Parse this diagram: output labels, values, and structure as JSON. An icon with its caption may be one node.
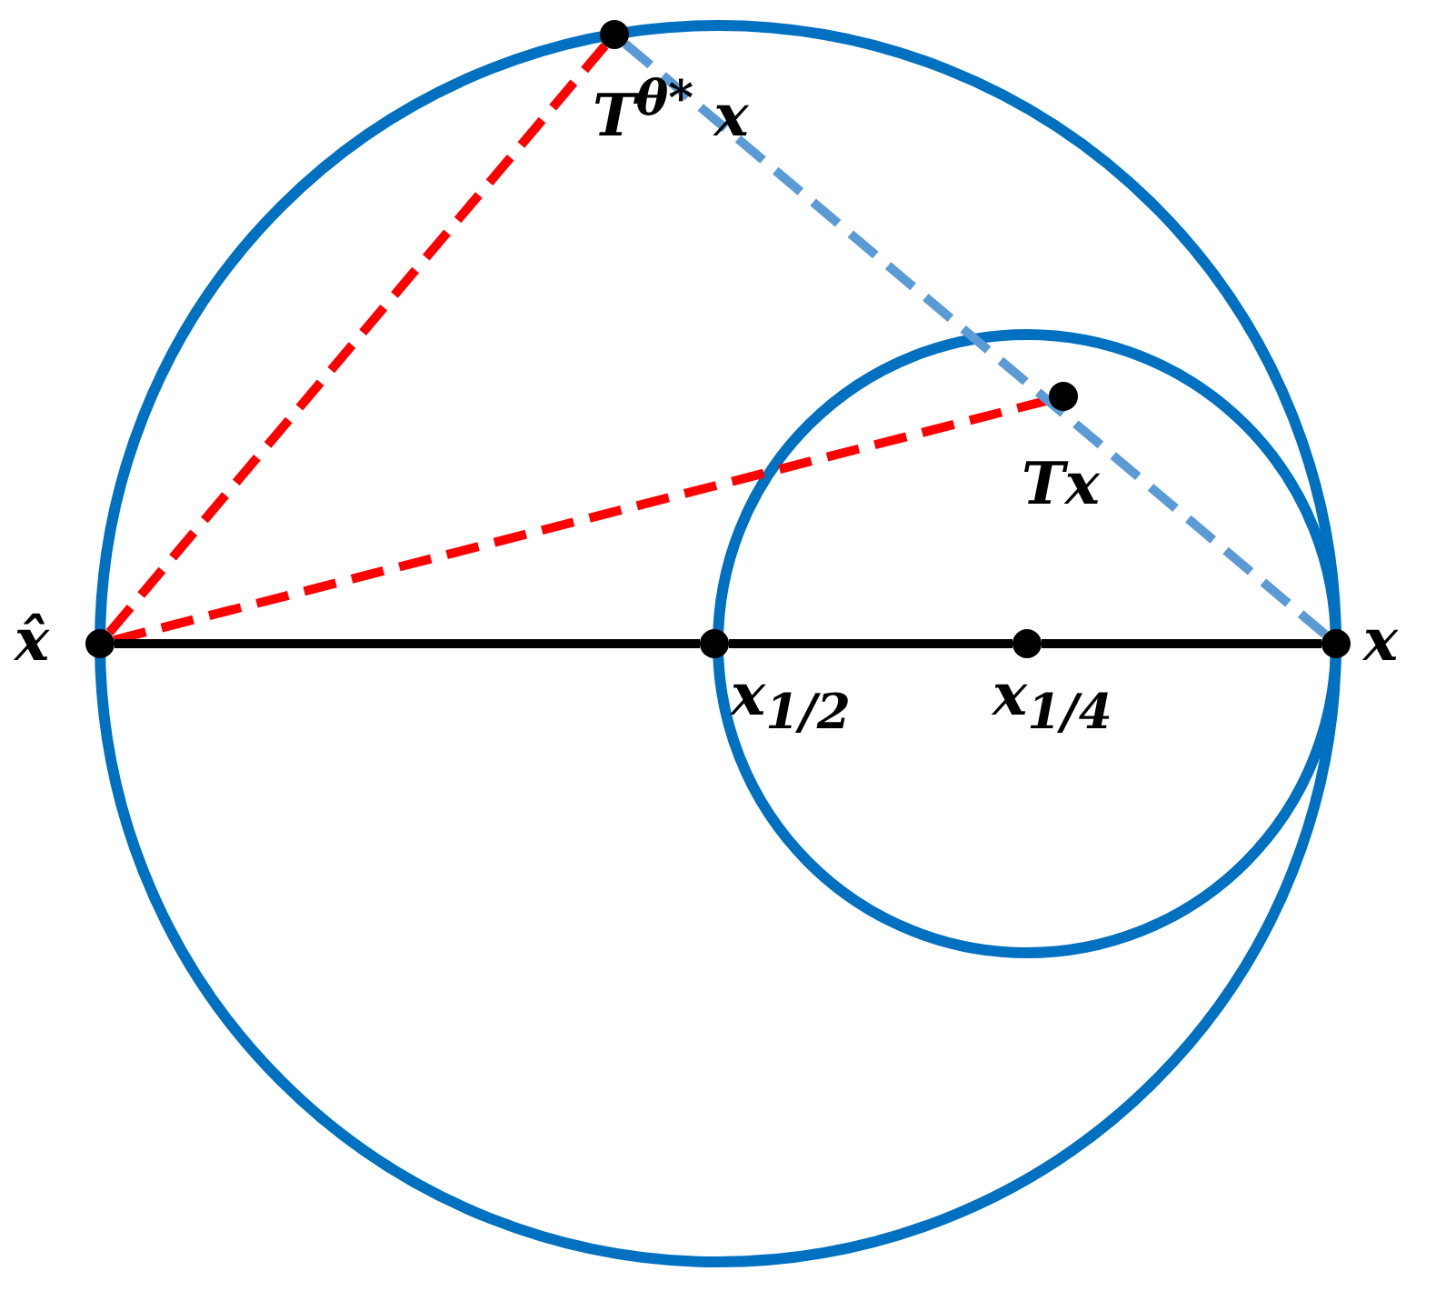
{
  "diagram": {
    "nodes": [
      {
        "text": [],
        "shape": "circle",
        "beside": [
          "x̂"
        ]
      },
      {
        "text": [],
        "shape": "circle",
        "beside": [
          "T$^{θ*}$ x"
        ]
      },
      {
        "text": [],
        "shape": "circle",
        "beside": [
          "Tx"
        ]
      },
      {
        "text": [],
        "shape": "circle",
        "beside": [
          "x$_{1/2}$"
        ]
      },
      {
        "text": [],
        "shape": "circle",
        "beside": [
          "x$_{1/4}$"
        ]
      },
      {
        "text": [],
        "shape": "circle",
        "beside": [
          "x"
        ]
      }
    ],
    "edges": [
      {
        "from": 0,
        "to": 1,
        "arrow": "none",
        "style": "dashed",
        "color": "#ff0000"
      },
      {
        "from": 0,
        "to": 2,
        "arrow": "none",
        "style": "dashed",
        "color": "#ff0000"
      },
      {
        "from": 1,
        "to": 5,
        "arrow": "none",
        "style": "dashed",
        "color": "#5b9bd5"
      },
      {
        "from": 0,
        "to": 3,
        "arrow": "none"
      },
      {
        "from": 3,
        "to": 4,
        "arrow": "none"
      },
      {
        "from": 4,
        "to": 5,
        "arrow": "none"
      }
    ]
  }
}
